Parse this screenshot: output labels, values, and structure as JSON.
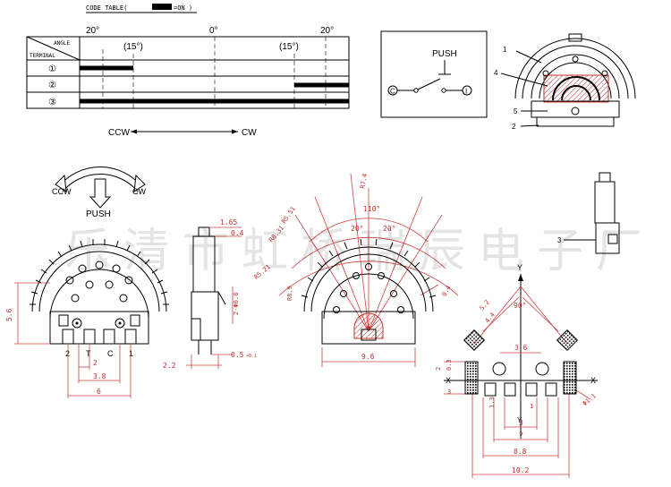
{
  "code_table": {
    "title": "CODE TABLE(",
    "title_suffix": "=ON )",
    "angle_header": "ANGLE",
    "terminal_header": "TERMINAL",
    "angles": [
      "20°",
      "(15°)",
      "0°",
      "(15°)",
      "20°"
    ],
    "rows": [
      "①",
      "②",
      "③"
    ]
  },
  "push_schematic": {
    "label": "PUSH",
    "left_terminal": "C",
    "right_terminal": "I"
  },
  "rotation_labels": {
    "ccw": "CCW",
    "cw": "CW"
  },
  "push_arrow": {
    "ccw": "CCW",
    "cw": "CW",
    "push": "PUSH"
  },
  "top_view_callouts": [
    "1",
    "4",
    "5",
    "2"
  ],
  "side_view_callout": "3",
  "front_view": {
    "terminals": [
      "2",
      "T",
      "C",
      "1"
    ],
    "dims": {
      "height": "5.6",
      "pitch": "2",
      "inner": "3.8",
      "overall": "6"
    }
  },
  "side_view": {
    "dims": {
      "top": "1.65",
      "thick": "0.4",
      "pin": "2-Φ0.8",
      "width": "2.2",
      "lead": "0.5",
      "lead_tol": "+0.1"
    }
  },
  "angle_view": {
    "dims": [
      "R7.4",
      "R5.51",
      "R8.31",
      "R5.21",
      "R8.9",
      "110°",
      "20°",
      "20°",
      "0.4",
      "9.6"
    ]
  },
  "pcb_layout": {
    "axis_x": "X",
    "axis_y": "Y",
    "dims": [
      "5.2",
      "4.4",
      "90°",
      "3.6",
      "2",
      "0.3",
      "3",
      "1.3",
      "1",
      "3",
      "7",
      "8.8",
      "10.2",
      "Φ1.1"
    ]
  },
  "watermark": "乐清市虹桥瑞辰电子厂"
}
